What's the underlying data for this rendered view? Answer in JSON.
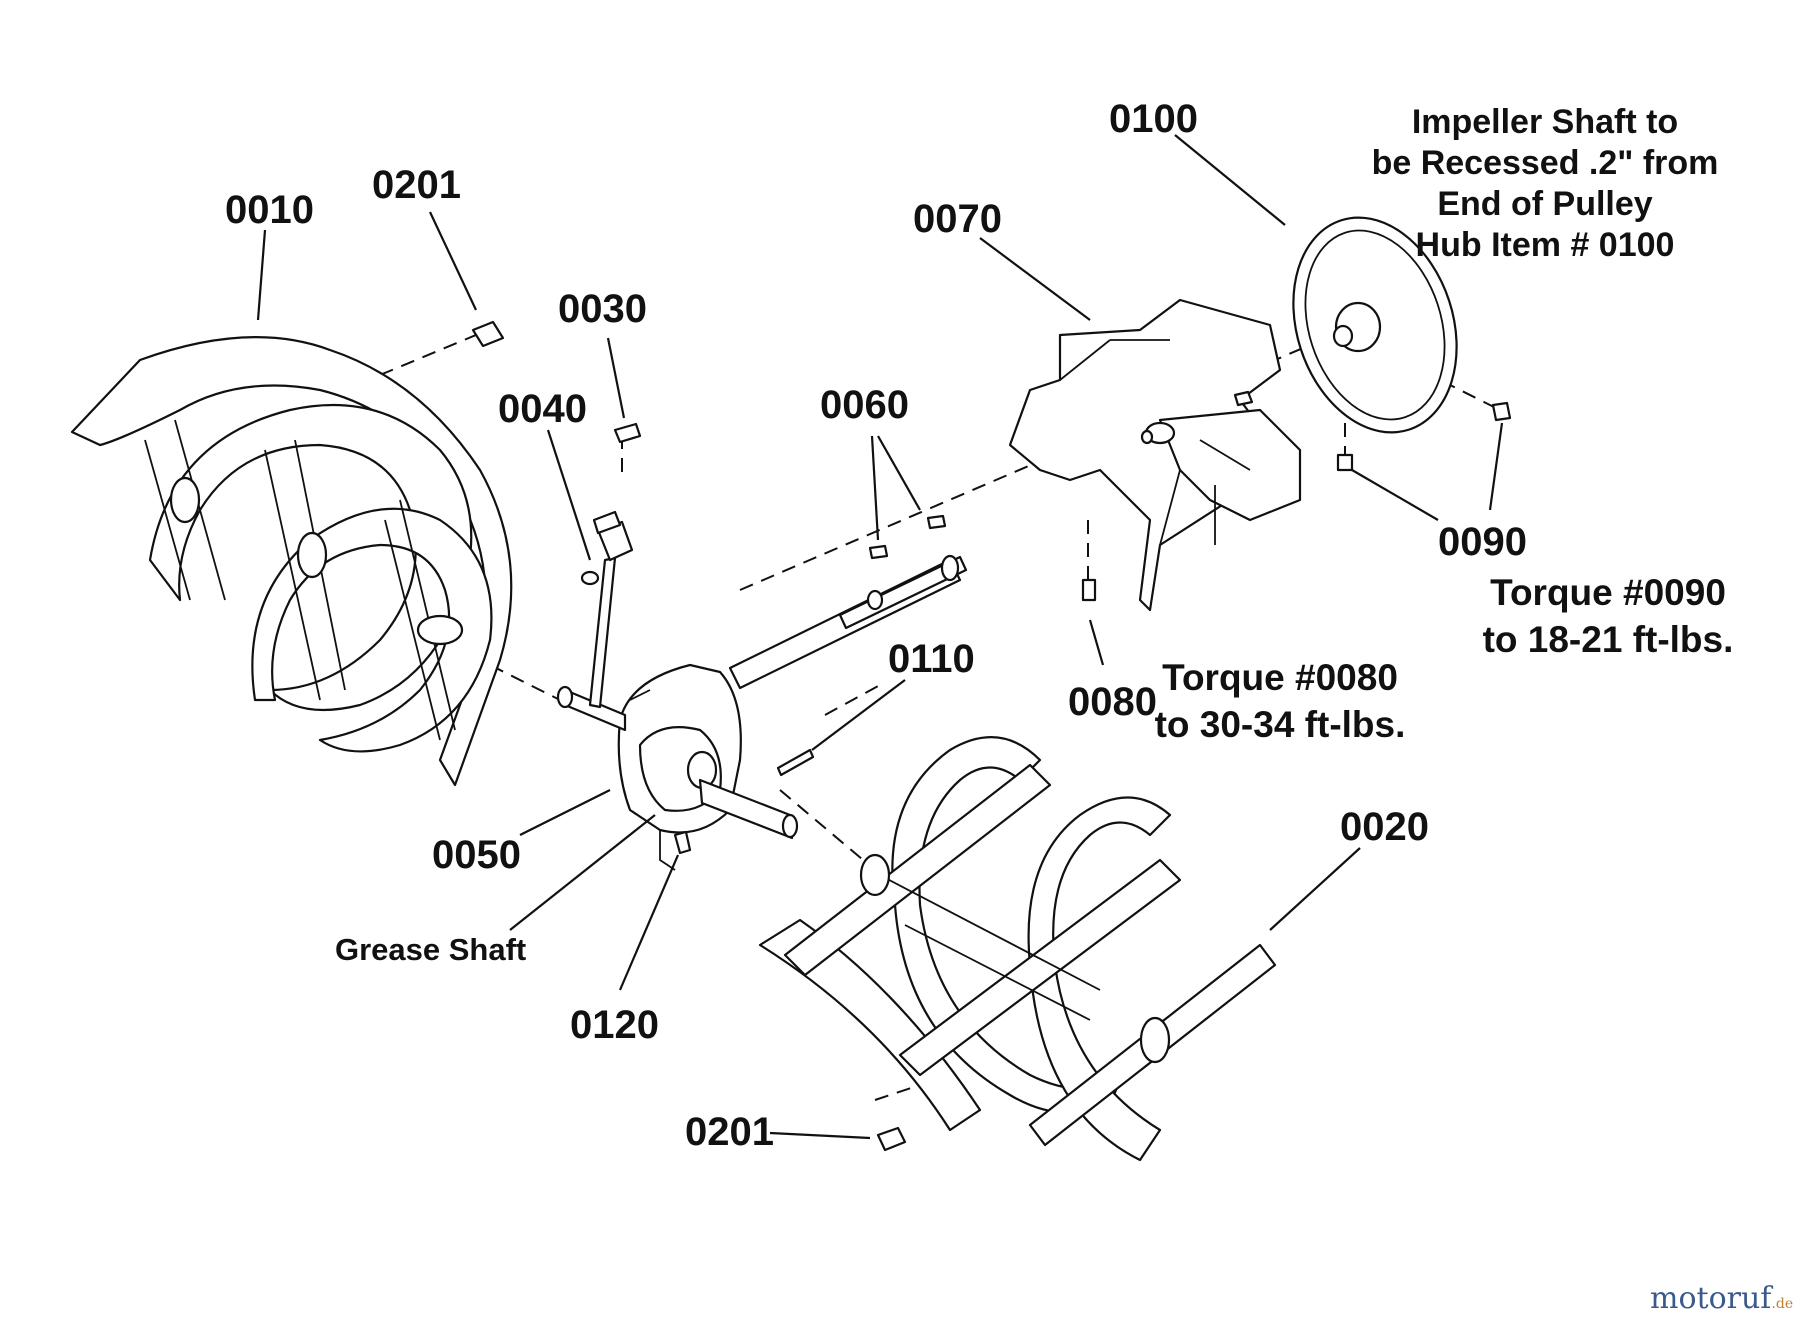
{
  "parts": {
    "p0010": "0010",
    "p0201_top": "0201",
    "p0030": "0030",
    "p0040": "0040",
    "p0060": "0060",
    "p0070": "0070",
    "p0100": "0100",
    "p0090": "0090",
    "p0080": "0080",
    "p0110": "0110",
    "p0050": "0050",
    "p0020": "0020",
    "p0120": "0120",
    "p0201_bottom": "0201"
  },
  "notes": {
    "impeller": [
      "Impeller Shaft to",
      "be Recessed .2\" from",
      "End of Pulley",
      "Hub Item # 0100"
    ],
    "torque_0090": [
      "Torque #0090",
      "to 18-21 ft-lbs."
    ],
    "torque_0080": [
      "Torque #0080",
      "to 30-34 ft-lbs."
    ],
    "grease_shaft": "Grease Shaft"
  },
  "watermark": {
    "text": "motoruf",
    "suffix": ".de"
  }
}
